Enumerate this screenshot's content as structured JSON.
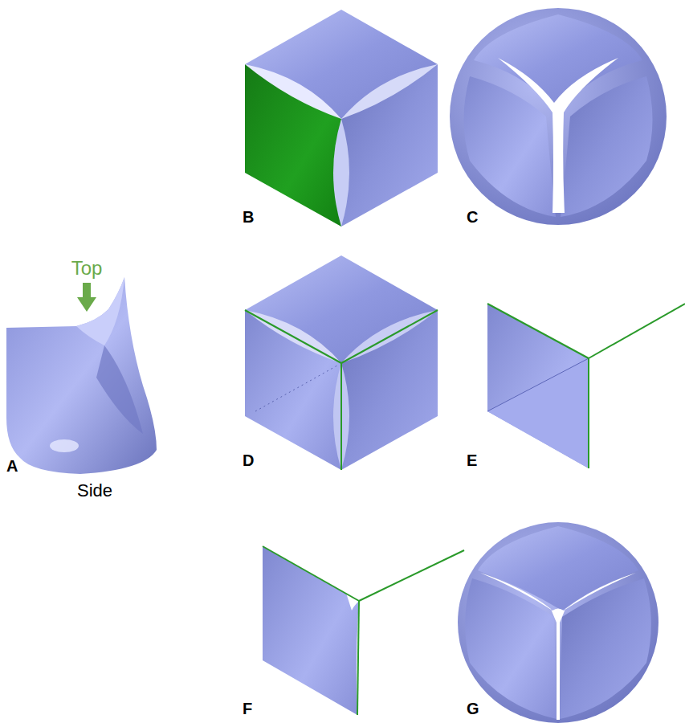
{
  "diagram": {
    "labels": [
      "B",
      "C",
      "Top",
      "D",
      "E",
      "A",
      "Side",
      "F",
      "G"
    ]
  }
}
